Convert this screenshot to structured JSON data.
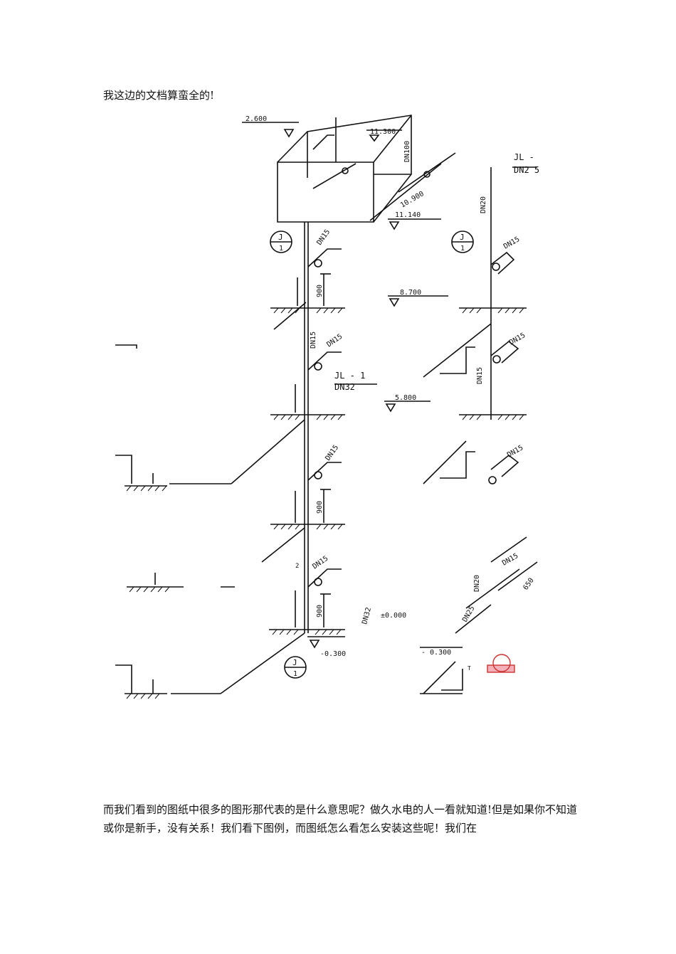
{
  "intro": "我这边的文档算蛮全的!",
  "drawing": {
    "elevations": {
      "e_2600": "2.600",
      "e_11300": "11.300",
      "e_10900": "10.900",
      "e_11140": "11.140",
      "e_8700": "8.700",
      "e_5800": "5.800",
      "e_m0300_left": "-0.300",
      "e_m0300_right": "- 0.300",
      "e_0000": "±0.000"
    },
    "pipe_labels": {
      "dn100": "DN100",
      "jl_right": "JL -",
      "dn25_right": "DN2 5",
      "dn20_right": "DN20",
      "dn15": "DN15",
      "jl_1": "JL - 1",
      "dn32": "DN32",
      "dn20_low": "DN20",
      "dn25_low": "DN25",
      "dim_650": "650",
      "small_2": "2",
      "small_t": "T"
    },
    "dimensions": {
      "d900": "900"
    },
    "callout": {
      "top": "J",
      "bottom": "1"
    }
  },
  "body_text": "而我们看到的图纸中很多的图形那代表的是什么意思呢？做久水电的人一看就知道!但是如果你不知道或你是新手，没有关系！我们看下图例，而图纸怎么看怎么安装这些呢！我们在"
}
